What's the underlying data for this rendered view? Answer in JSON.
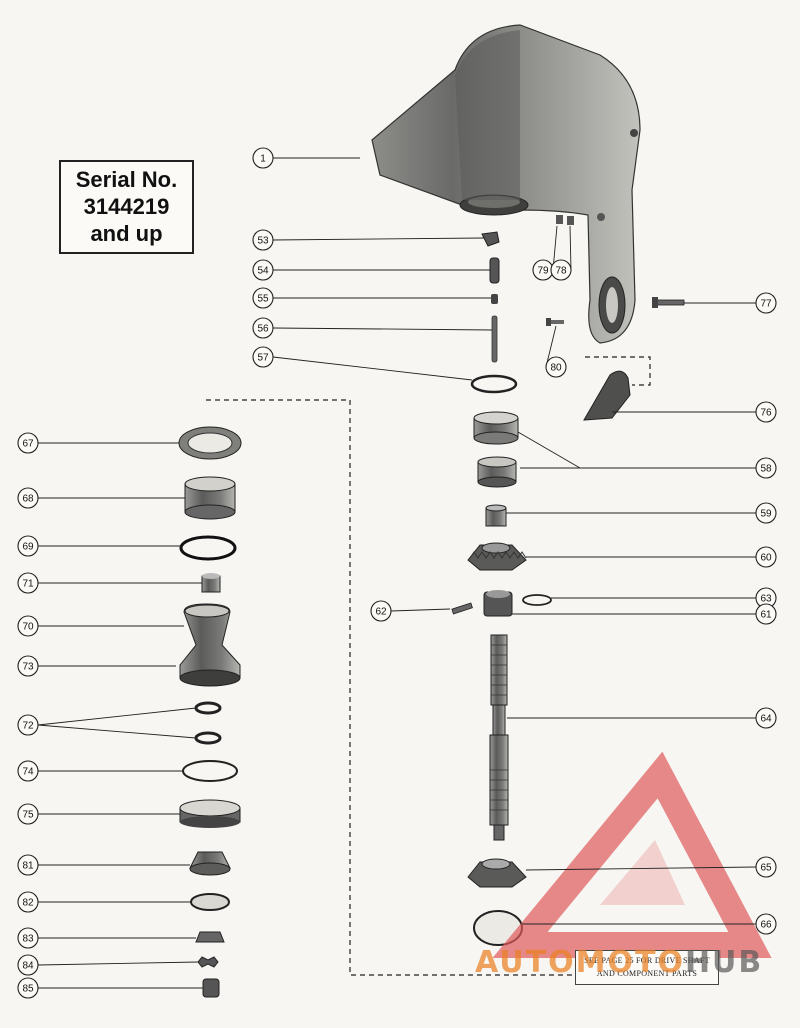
{
  "serial_note": {
    "line1": "Serial No.",
    "line2": "3144219",
    "line3": "and up"
  },
  "reference_note": {
    "line1": "SEE PAGE 25 FOR DRIVE SHAFT",
    "line2": "AND COMPONENT PARTS"
  },
  "watermark": {
    "part1": "AUTOMOTO",
    "part2": "HUB"
  },
  "callouts": [
    {
      "id": "c1",
      "label": "1"
    },
    {
      "id": "c53",
      "label": "53"
    },
    {
      "id": "c54",
      "label": "54"
    },
    {
      "id": "c55",
      "label": "55"
    },
    {
      "id": "c56",
      "label": "56"
    },
    {
      "id": "c57",
      "label": "57"
    },
    {
      "id": "c79",
      "label": "79"
    },
    {
      "id": "c78",
      "label": "78"
    },
    {
      "id": "c77",
      "label": "77"
    },
    {
      "id": "c80",
      "label": "80"
    },
    {
      "id": "c76",
      "label": "76"
    },
    {
      "id": "c58",
      "label": "58"
    },
    {
      "id": "c59",
      "label": "59"
    },
    {
      "id": "c60",
      "label": "60"
    },
    {
      "id": "c63",
      "label": "63"
    },
    {
      "id": "c62",
      "label": "62"
    },
    {
      "id": "c61",
      "label": "61"
    },
    {
      "id": "c64",
      "label": "64"
    },
    {
      "id": "c65",
      "label": "65"
    },
    {
      "id": "c66",
      "label": "66"
    },
    {
      "id": "c67",
      "label": "67"
    },
    {
      "id": "c68",
      "label": "68"
    },
    {
      "id": "c69",
      "label": "69"
    },
    {
      "id": "c71",
      "label": "71"
    },
    {
      "id": "c70",
      "label": "70"
    },
    {
      "id": "c73",
      "label": "73"
    },
    {
      "id": "c72",
      "label": "72"
    },
    {
      "id": "c74",
      "label": "74"
    },
    {
      "id": "c75",
      "label": "75"
    },
    {
      "id": "c81",
      "label": "81"
    },
    {
      "id": "c82",
      "label": "82"
    },
    {
      "id": "c83",
      "label": "83"
    },
    {
      "id": "c84",
      "label": "84"
    },
    {
      "id": "c85",
      "label": "85"
    }
  ]
}
